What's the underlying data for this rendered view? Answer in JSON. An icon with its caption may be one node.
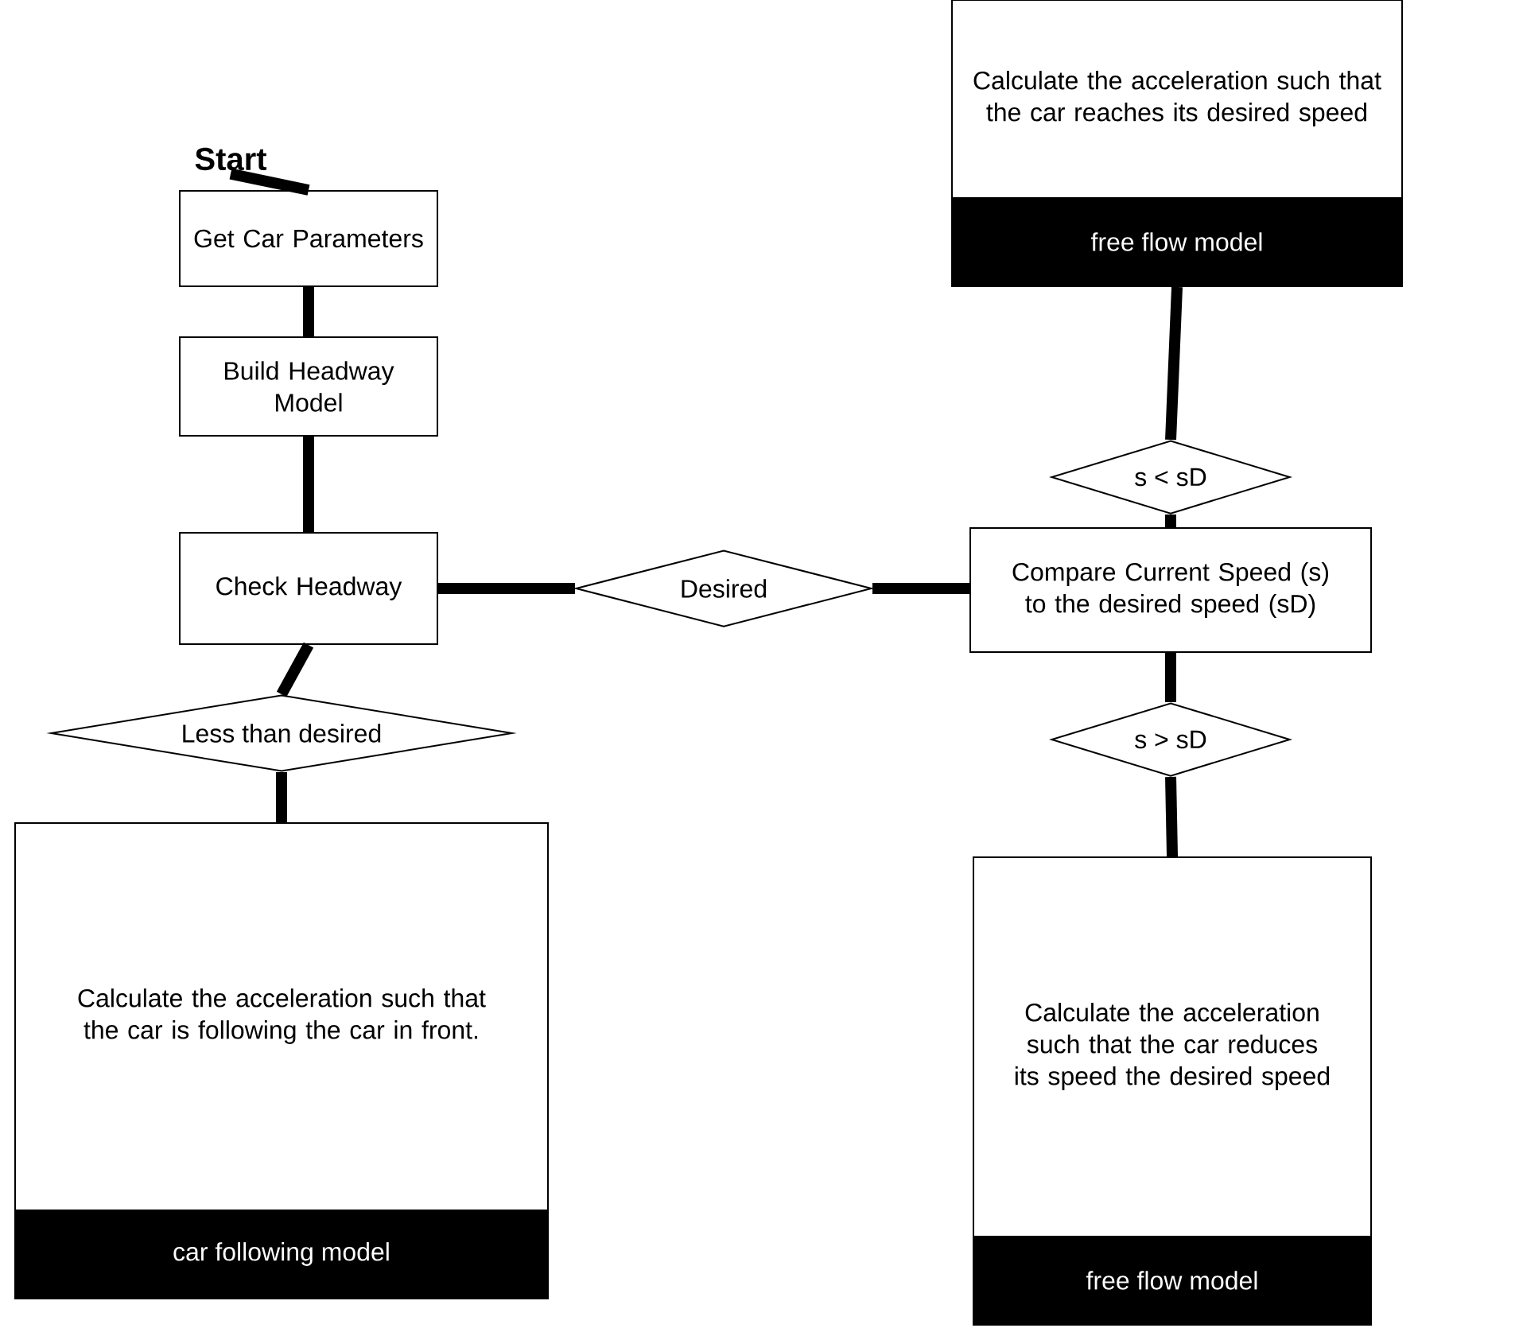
{
  "diagram": {
    "nodes": [
      {
        "text": [
          "Start"
        ]
      },
      {
        "text": [
          "Get Car Parameters"
        ]
      },
      {
        "text": [
          "Build Headway Model"
        ]
      },
      {
        "text": [
          "Check Headway"
        ]
      },
      {
        "text": [
          "Desired"
        ]
      },
      {
        "text": [
          "Compare Current Speed (s) to the desired speed (sD)"
        ]
      },
      {
        "text": [
          "Less than desired"
        ]
      },
      {
        "text": [
          "Calculate the acceleration such that the car is following the car in front.",
          "car following model"
        ]
      },
      {
        "text": [
          "Calculate the acceleration such that the car reaches its desired speed",
          "free flow model"
        ]
      },
      {
        "text": [
          "s < sD"
        ]
      },
      {
        "text": [
          "s > sD"
        ]
      },
      {
        "text": [
          "Calculate the acceleration such that the car reduces its speed the desired speed",
          "free flow model"
        ]
      }
    ],
    "edges": [
      {
        "from": 0,
        "to": 1,
        "arrow": "none"
      },
      {
        "from": 1,
        "to": 2,
        "arrow": "none"
      },
      {
        "from": 2,
        "to": 3,
        "arrow": "none"
      },
      {
        "from": 3,
        "to": 4,
        "arrow": "none"
      },
      {
        "from": 4,
        "to": 5,
        "arrow": "none"
      },
      {
        "from": 3,
        "to": 6,
        "arrow": "none"
      },
      {
        "from": 6,
        "to": 7,
        "arrow": "none"
      },
      {
        "from": 5,
        "to": 9,
        "arrow": "none"
      },
      {
        "from": 9,
        "to": 8,
        "arrow": "none"
      },
      {
        "from": 5,
        "to": 10,
        "arrow": "none"
      },
      {
        "from": 10,
        "to": 11,
        "arrow": "none"
      }
    ]
  }
}
